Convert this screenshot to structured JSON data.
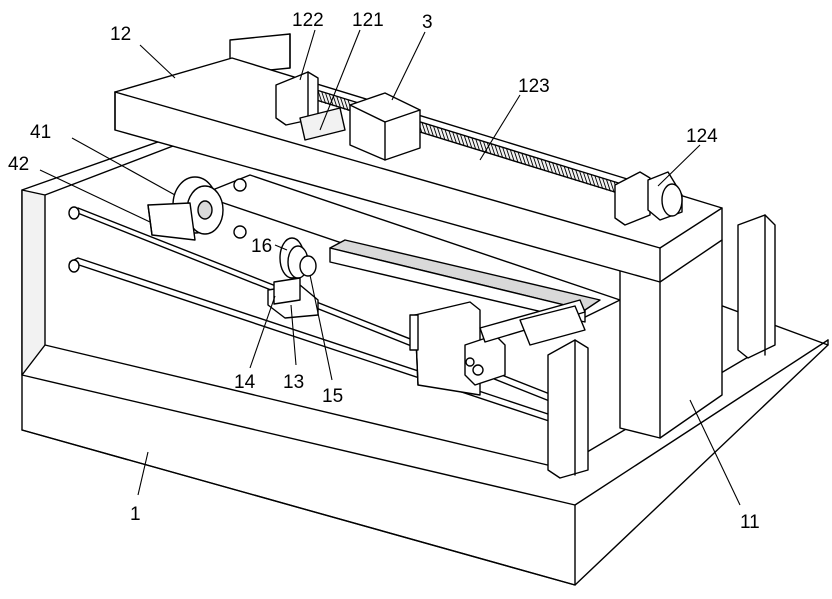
{
  "figure": {
    "labels": [
      {
        "id": "base",
        "text": "1"
      },
      {
        "id": "frame-column",
        "text": "11"
      },
      {
        "id": "crossbeam",
        "text": "12"
      },
      {
        "id": "screw-bearing-left",
        "text": "122"
      },
      {
        "id": "guide",
        "text": "121"
      },
      {
        "id": "slider",
        "text": "3"
      },
      {
        "id": "lead-screw",
        "text": "123"
      },
      {
        "id": "motor",
        "text": "124"
      },
      {
        "id": "roller",
        "text": "41"
      },
      {
        "id": "roller-motor",
        "text": "42"
      },
      {
        "id": "disc",
        "text": "16"
      },
      {
        "id": "mount",
        "text": "14"
      },
      {
        "id": "support",
        "text": "13"
      },
      {
        "id": "shaft",
        "text": "15"
      }
    ]
  }
}
